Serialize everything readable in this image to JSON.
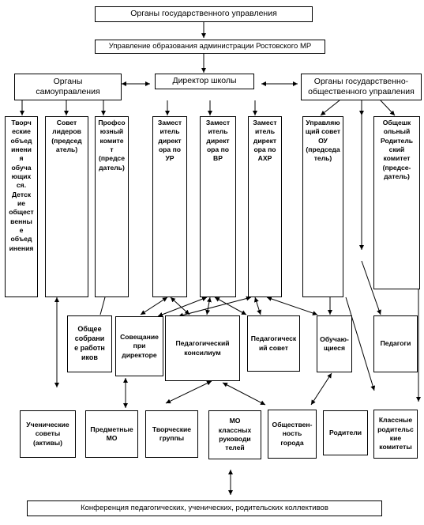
{
  "boxes": {
    "gov_bodies": "Органы государственного управления",
    "edu_admin": "Управление образования администрации  Ростовского МР",
    "self_gov": "Органы\nсамоуправления",
    "director": "Директор школы",
    "state_public": "Органы государственно-\nобщественного управления",
    "creative_assoc": "Творч\nеские\nобъед\nинени\nя\nобуча\nющих\nся.\nДетск\nие\nобщест\nвенны\nе\nобъед\nинения",
    "leaders_council": "Совет\nлидеров\n(председ\nатель)",
    "union_committee": "Профсо\nюзный\nкомите\nт\n(предсе\nдатель)",
    "deputy_ur": "Замест\nитель\nдирект\nора по\nУР",
    "deputy_vr": "Замест\nитель\nдирект\nора по\nВР",
    "deputy_ahr": "Замест\nитель\nдирект\nора по\nАХР",
    "managing_council": "Управляю\nщий совет\nОУ\n(председа\nтель)",
    "parents_committee": "Общешк\nольный\nРодитель\nский\nкомитет\n(предсе-\nдатель)",
    "general_meeting": "Общее\nсобрани\nе работн\nиков",
    "director_meeting": "Совещание\nпри\nдиректоре",
    "ped_consilium": "Педагогический\nконсилиум",
    "ped_council": "Педагогическ\nий совет",
    "students": "Обучаю-\nщиеся",
    "teachers": "Педагоги",
    "student_councils": "Ученические\nсоветы\n(активы)",
    "subject_mo": "Предметные\nМО",
    "creative_groups": "Творческие\nгруппы",
    "class_teachers_mo": "МО\nклассных\nруководи\nтелей",
    "city_public": "Обществен-\nность\nгорода",
    "parents": "Родители",
    "class_parent_committees": "Классные\nродительс\nкие\nкомитеты",
    "conference": "Конференция педагогических, ученических, родительских коллективов"
  }
}
